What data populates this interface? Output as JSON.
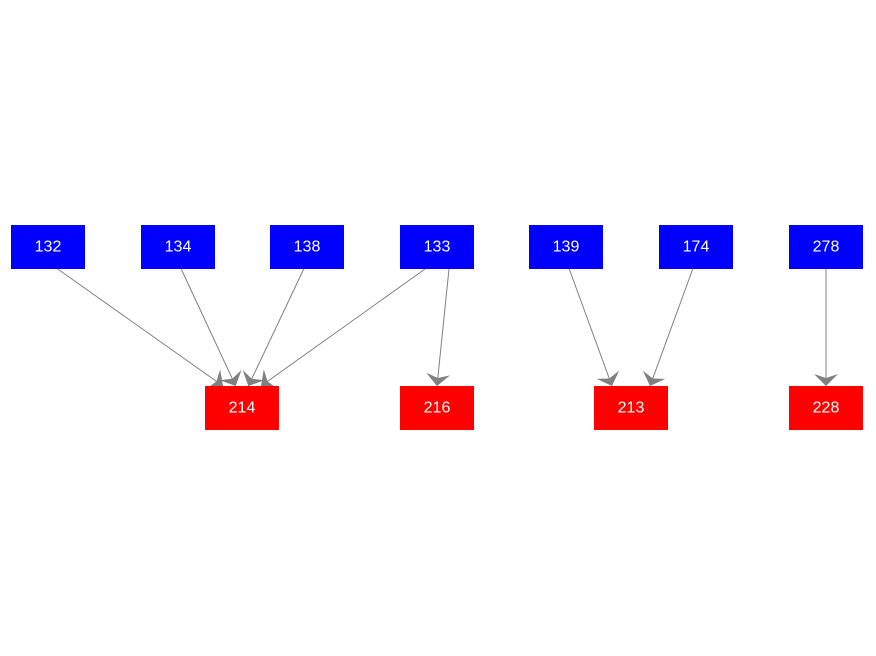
{
  "colors": {
    "source_node": "#0000ff",
    "target_node": "#ff0000",
    "edge": "#808080",
    "label": "#ffffff",
    "background": "#ffffff"
  },
  "nodes": [
    {
      "id": "132",
      "label": "132",
      "role": "source"
    },
    {
      "id": "134",
      "label": "134",
      "role": "source"
    },
    {
      "id": "138",
      "label": "138",
      "role": "source"
    },
    {
      "id": "133",
      "label": "133",
      "role": "source"
    },
    {
      "id": "139",
      "label": "139",
      "role": "source"
    },
    {
      "id": "174",
      "label": "174",
      "role": "source"
    },
    {
      "id": "278",
      "label": "278",
      "role": "source"
    },
    {
      "id": "214",
      "label": "214",
      "role": "target"
    },
    {
      "id": "216",
      "label": "216",
      "role": "target"
    },
    {
      "id": "213",
      "label": "213",
      "role": "target"
    },
    {
      "id": "228",
      "label": "228",
      "role": "target"
    }
  ],
  "edges": [
    {
      "from": "132",
      "to": "214"
    },
    {
      "from": "134",
      "to": "214"
    },
    {
      "from": "138",
      "to": "214"
    },
    {
      "from": "133",
      "to": "214"
    },
    {
      "from": "133",
      "to": "216"
    },
    {
      "from": "139",
      "to": "213"
    },
    {
      "from": "174",
      "to": "213"
    },
    {
      "from": "278",
      "to": "228"
    }
  ]
}
